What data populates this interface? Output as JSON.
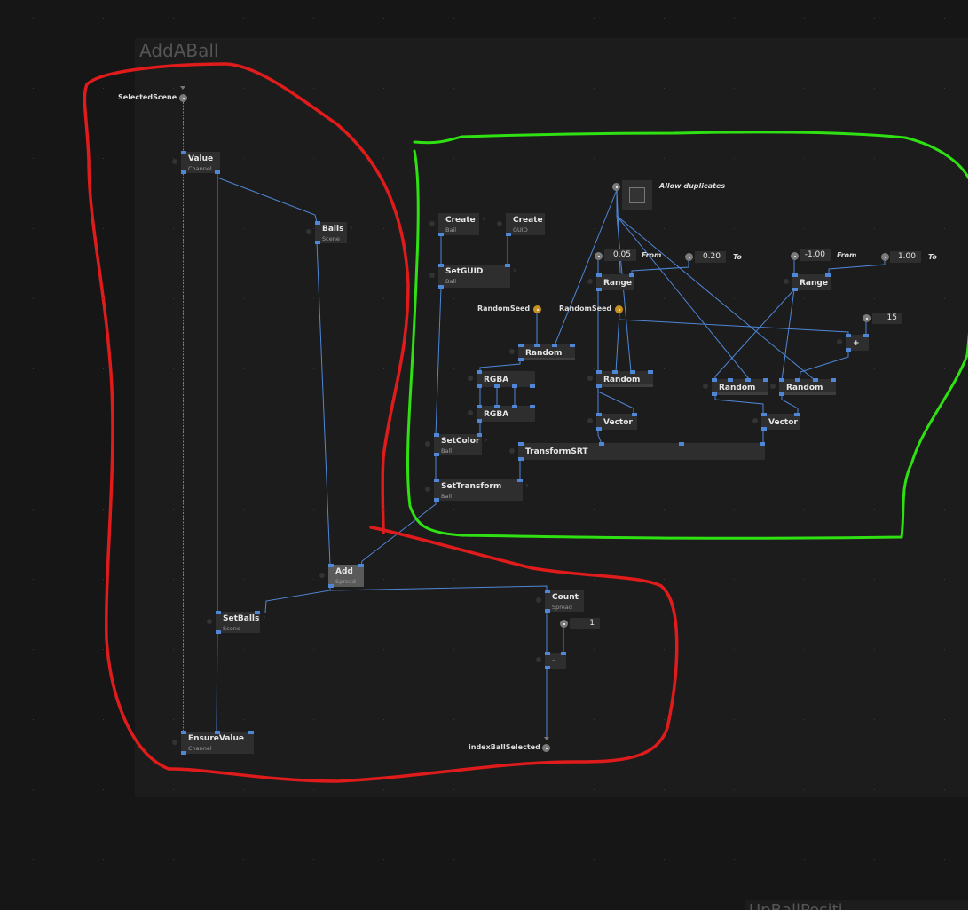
{
  "canvas": {
    "background": "#161616",
    "group_background": "#1c1c1c",
    "wire_color": "#4f86d6",
    "annotation_red": "#e01b1b",
    "annotation_green": "#2fe012"
  },
  "group": {
    "title": "AddABall"
  },
  "second_group": {
    "title": "UpBallPositi"
  },
  "io": {
    "selected_scene": "SelectedScene",
    "random_seed_1": "RandomSeed",
    "random_seed_2": "RandomSeed",
    "index_ball_selected": "indexBallSelected"
  },
  "toggle": {
    "label": "Allow duplicates",
    "checked": false
  },
  "inputs": {
    "range1_from": {
      "value": "0.05",
      "label": "From"
    },
    "range1_to": {
      "value": "0.20",
      "label": "To"
    },
    "range2_from": {
      "value": "-1.00",
      "label": "From"
    },
    "range2_to": {
      "value": "1.00",
      "label": "To"
    },
    "plus_input": {
      "value": "15"
    },
    "minus_input": {
      "value": "1"
    }
  },
  "nodes": {
    "value": {
      "title": "Value",
      "subtitle": "Channel"
    },
    "balls": {
      "title": "Balls",
      "subtitle": "Scene"
    },
    "create_ball": {
      "title": "Create",
      "subtitle": "Ball"
    },
    "create_guid": {
      "title": "Create",
      "subtitle": "GUID"
    },
    "setguid": {
      "title": "SetGUID",
      "subtitle": "Ball"
    },
    "random1": {
      "title": "Random"
    },
    "rgba1": {
      "title": "RGBA"
    },
    "rgba2": {
      "title": "RGBA"
    },
    "setcolor": {
      "title": "SetColor",
      "subtitle": "Ball"
    },
    "settransform": {
      "title": "SetTransform",
      "subtitle": "Ball"
    },
    "range1": {
      "title": "Range"
    },
    "range2": {
      "title": "Range"
    },
    "random2": {
      "title": "Random"
    },
    "random3": {
      "title": "Random"
    },
    "random4": {
      "title": "Random"
    },
    "vector1": {
      "title": "Vector"
    },
    "vector2": {
      "title": "Vector"
    },
    "transformsrt": {
      "title": "TransformSRT"
    },
    "plus": {
      "title": "+"
    },
    "add": {
      "title": "Add",
      "subtitle": "Spread"
    },
    "setballs": {
      "title": "SetBalls",
      "subtitle": "Scene"
    },
    "count": {
      "title": "Count",
      "subtitle": "Spread"
    },
    "minus": {
      "title": "-"
    },
    "ensurevalue": {
      "title": "EnsureValue",
      "subtitle": "Channel"
    }
  },
  "icons": {
    "io_pin": "circle-dot",
    "output_chevron": "›",
    "node_handle": "circle"
  }
}
